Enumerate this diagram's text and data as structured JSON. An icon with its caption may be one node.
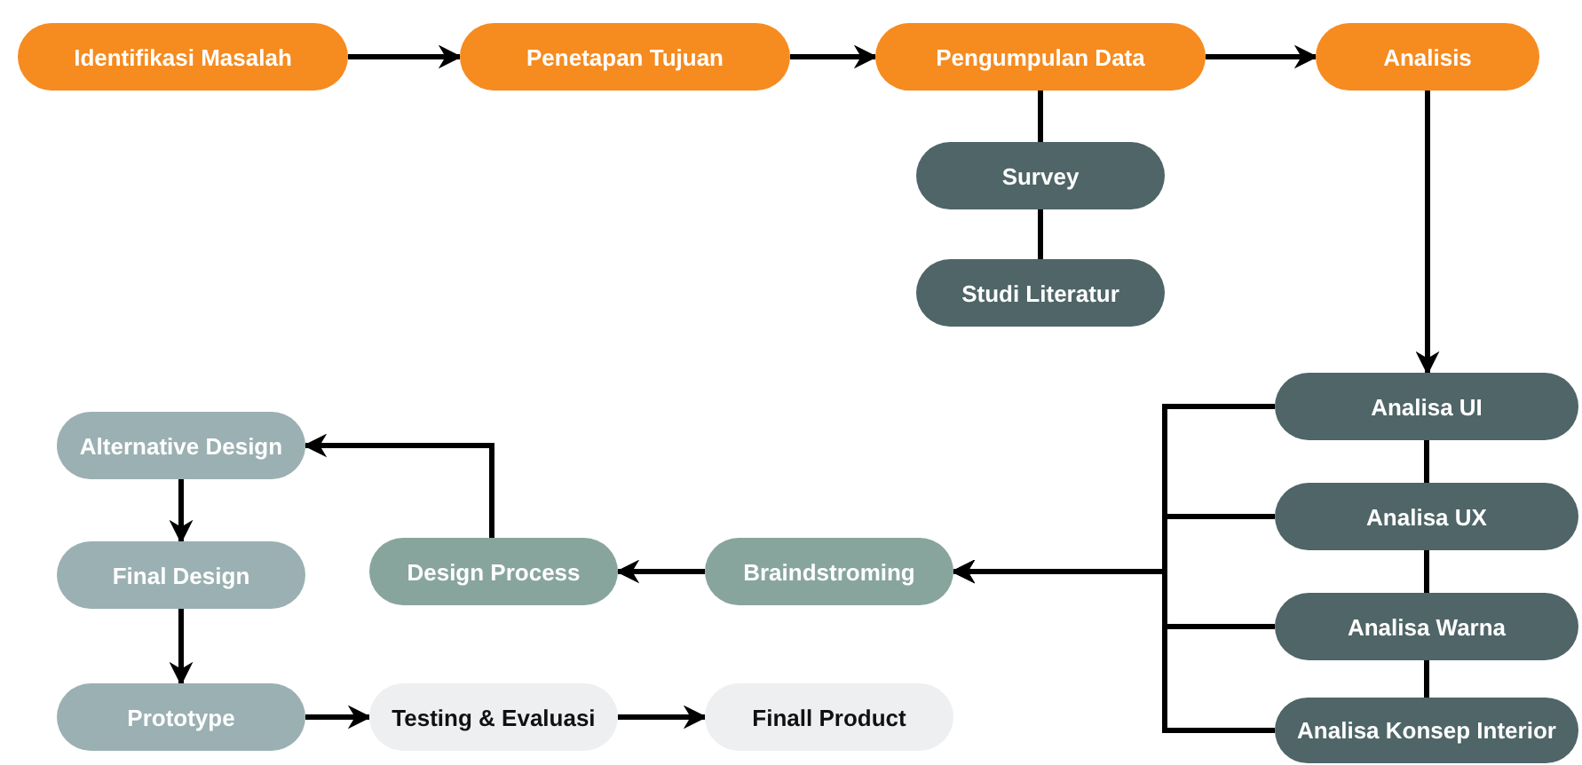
{
  "diagram": {
    "nodes": [
      {
        "text": [
          "Identifikasi Masalah"
        ]
      },
      {
        "text": [
          "Penetapan Tujuan"
        ]
      },
      {
        "text": [
          "Pengumpulan Data"
        ]
      },
      {
        "text": [
          "Analisis"
        ]
      },
      {
        "text": [
          "Survey"
        ]
      },
      {
        "text": [
          "Studi Literatur"
        ]
      },
      {
        "text": [
          "Analisa UI"
        ]
      },
      {
        "text": [
          "Analisa UX"
        ]
      },
      {
        "text": [
          "Analisa Warna"
        ]
      },
      {
        "text": [
          "Analisa Konsep Interior"
        ]
      },
      {
        "text": [
          "Braindstroming"
        ]
      },
      {
        "text": [
          "Design Process"
        ]
      },
      {
        "text": [
          "Alternative Design"
        ]
      },
      {
        "text": [
          "Final Design"
        ]
      },
      {
        "text": [
          "Prototype"
        ]
      },
      {
        "text": [
          "Testing & Evaluasi"
        ]
      },
      {
        "text": [
          "Finall Product"
        ]
      }
    ],
    "edges": [
      {
        "from": 0,
        "to": 1,
        "arrow": "to"
      },
      {
        "from": 1,
        "to": 2,
        "arrow": "to"
      },
      {
        "from": 2,
        "to": 3,
        "arrow": "to"
      },
      {
        "from": 2,
        "to": 4,
        "arrow": "none"
      },
      {
        "from": 4,
        "to": 5,
        "arrow": "none"
      },
      {
        "from": 3,
        "to": 6,
        "arrow": "to"
      },
      {
        "from": 6,
        "to": 7,
        "arrow": "none"
      },
      {
        "from": 7,
        "to": 8,
        "arrow": "none"
      },
      {
        "from": 8,
        "to": 9,
        "arrow": "none"
      },
      {
        "from": 6,
        "to": 10,
        "arrow": "to"
      },
      {
        "from": 7,
        "to": 10,
        "arrow": "to"
      },
      {
        "from": 8,
        "to": 10,
        "arrow": "to"
      },
      {
        "from": 9,
        "to": 10,
        "arrow": "to"
      },
      {
        "from": 10,
        "to": 11,
        "arrow": "to"
      },
      {
        "from": 11,
        "to": 12,
        "arrow": "to"
      },
      {
        "from": 12,
        "to": 13,
        "arrow": "to"
      },
      {
        "from": 13,
        "to": 14,
        "arrow": "to"
      },
      {
        "from": 14,
        "to": 15,
        "arrow": "to"
      },
      {
        "from": 15,
        "to": 16,
        "arrow": "to"
      }
    ]
  }
}
